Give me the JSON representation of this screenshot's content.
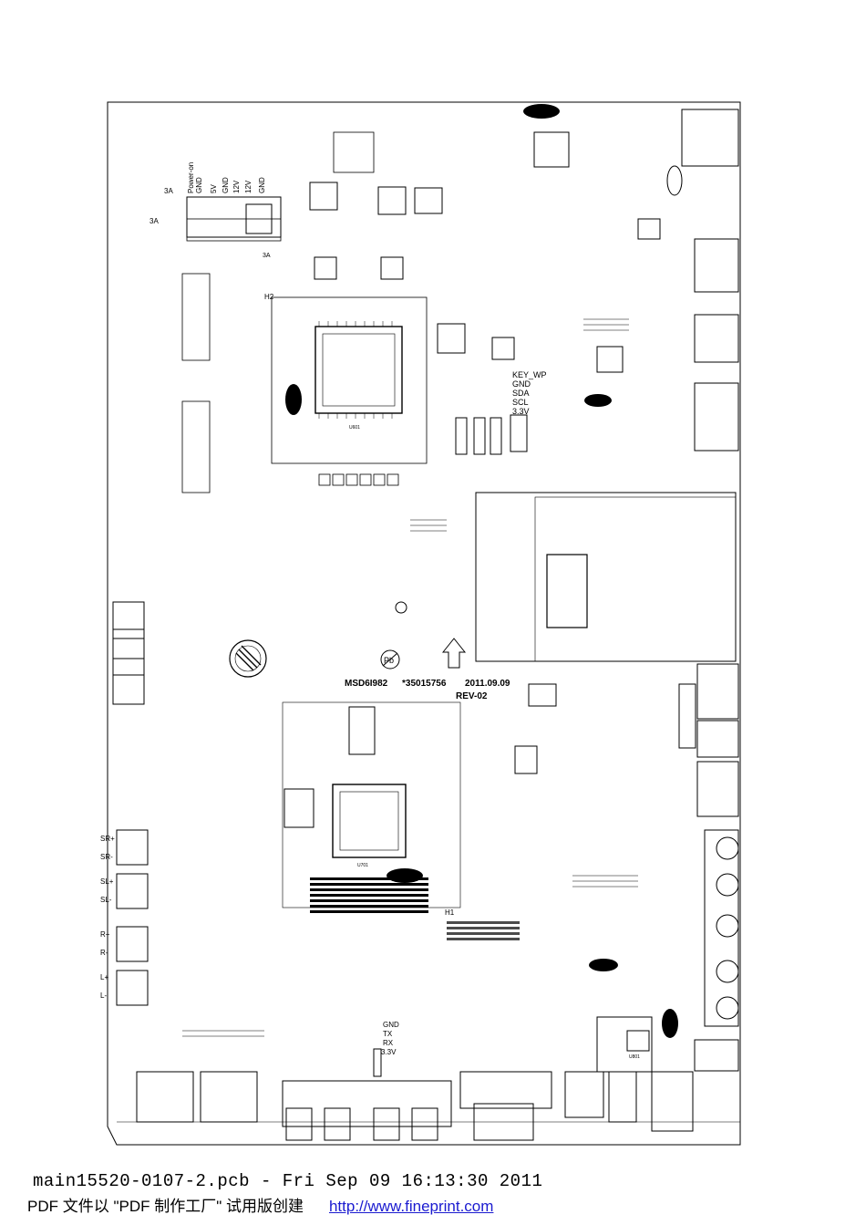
{
  "board": {
    "model": "MSD6I982",
    "part_number": "*35015756",
    "date": "2011.09.09",
    "revision": "REV-02",
    "power_connector": {
      "header": "Power-on",
      "pins": [
        "GND",
        "5V",
        "GND",
        "12V",
        "12V",
        "GND"
      ],
      "fuse_labels": [
        "3A",
        "3A",
        "3A"
      ]
    },
    "key_connector_pins": [
      "KEY_WP",
      "GND",
      "SDA",
      "SCL",
      "3.3V"
    ],
    "uart_pins": [
      "GND",
      "TX",
      "RX",
      "3.3V"
    ],
    "speaker_pins": [
      "SR+",
      "SR-",
      "SL+",
      "SL-",
      "R+",
      "R-",
      "L+",
      "L-"
    ],
    "markers": [
      "H1",
      "H2"
    ],
    "chips": [
      "U601",
      "U701",
      "U801"
    ]
  },
  "pcb_title": "main15520-0107-2.pcb - Fri Sep 09 16:13:30 2011",
  "footer": {
    "prefix": "PDF 文件以 \"PDF 制作工厂\" 试用版创建",
    "link_text": "http://www.fineprint.com"
  },
  "colors": {
    "ink": "#000000",
    "link": "#1b1bd0",
    "background": "#ffffff"
  }
}
